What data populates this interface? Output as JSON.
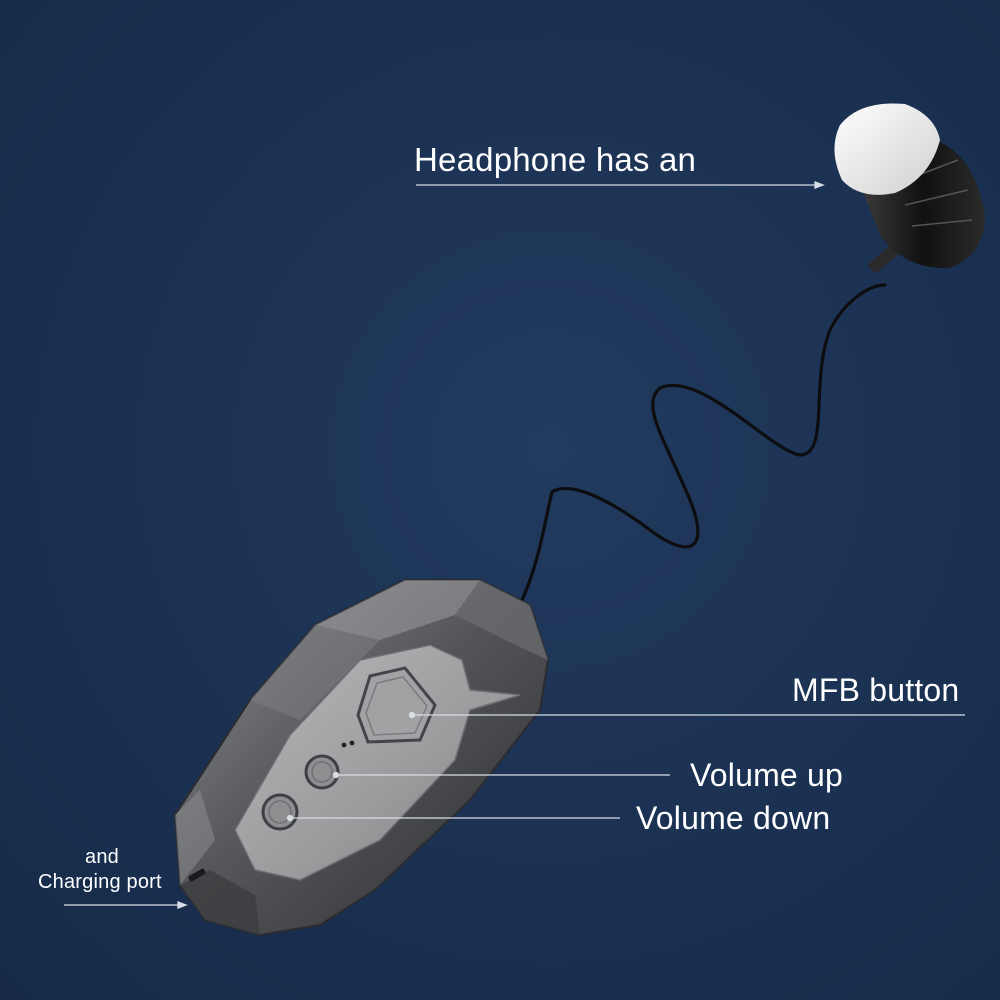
{
  "labels": {
    "headphone": "Headphone has an",
    "mfb": "MFB button",
    "volume_up": "Volume up",
    "volume_down": "Volume down",
    "charging_line1": "and",
    "charging_line2": "Charging port"
  },
  "colors": {
    "background": "#1b3152",
    "label_text": "#ffffff",
    "callout_line": "#d8dde6",
    "device_body": "#5c5d60",
    "device_panel": "#9a9a9c",
    "earbud_tip": "#eeeeee",
    "earbud_body": "#1a1a1a"
  }
}
